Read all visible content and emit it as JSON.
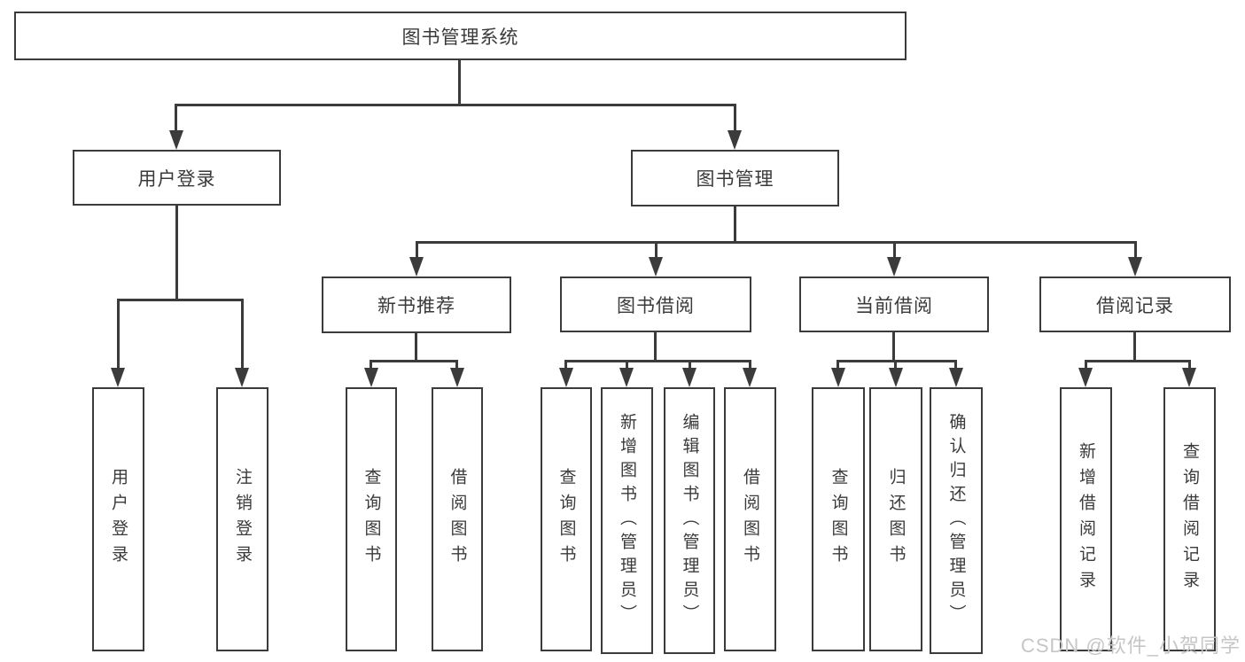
{
  "diagram": {
    "title": "图书管理系统",
    "level2": [
      "用户登录",
      "图书管理"
    ],
    "level3": [
      "新书推荐",
      "图书借阅",
      "当前借阅",
      "借阅记录"
    ],
    "leaves": [
      "用户登录",
      "注销登录",
      "查询图书",
      "借阅图书",
      "查询图书",
      "新增图书（管理员）",
      "编辑图书（管理员）",
      "借阅图书",
      "查询图书",
      "归还图书",
      "确认归还（管理员）",
      "新增借阅记录",
      "查询借阅记录"
    ]
  },
  "watermark": {
    "text": "CSDN @软件_小贺同学"
  },
  "colors": {
    "line": "#3b3b3b",
    "text": "#3a3a3a",
    "box_background": "#ffffff",
    "watermark": "#c6c6c6",
    "background": "#ffffff"
  }
}
